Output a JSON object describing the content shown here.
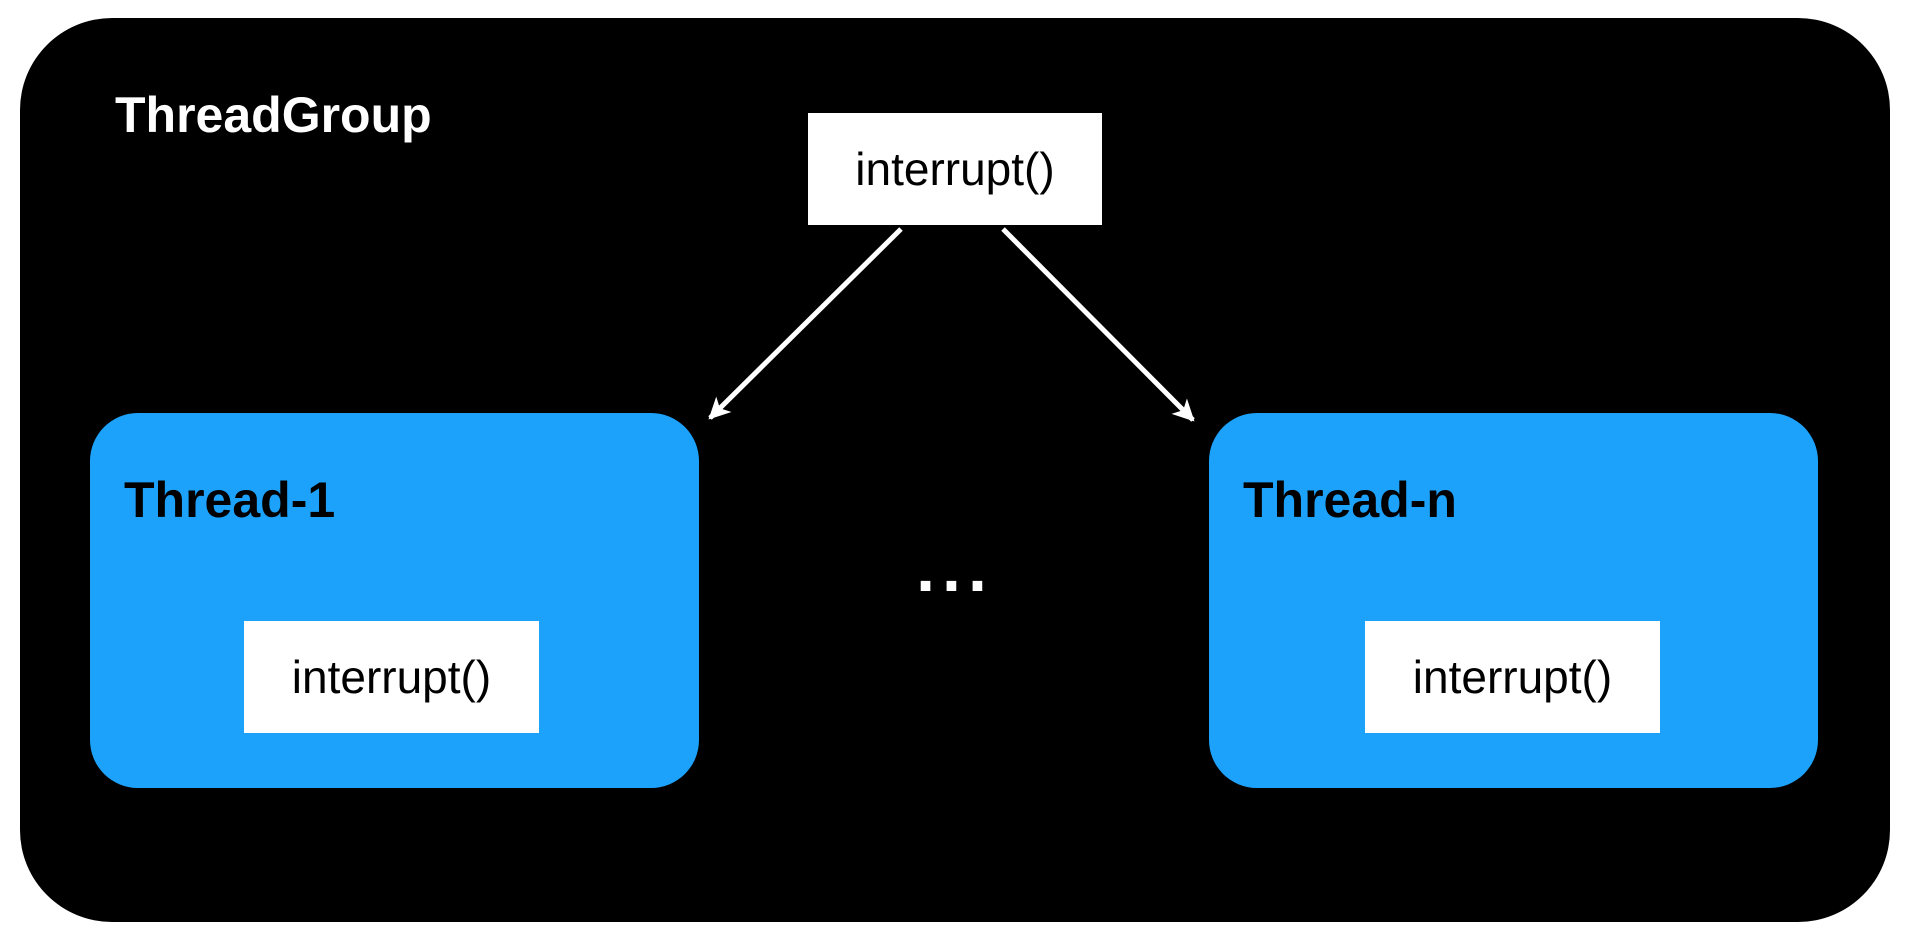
{
  "colors": {
    "page_background": "#ffffff",
    "group_fill": "#000000",
    "group_label_color": "#ffffff",
    "thread_fill": "#1da2fb",
    "thread_label_color": "#000000",
    "method_box_fill": "#ffffff",
    "method_box_text": "#000000",
    "arrow_color": "#ffffff",
    "ellipsis_color": "#ffffff"
  },
  "group": {
    "label": "ThreadGroup",
    "interrupt_label": "interrupt()",
    "ellipsis": "..."
  },
  "threads": [
    {
      "label": "Thread-1",
      "interrupt_label": "interrupt()"
    },
    {
      "label": "Thread-n",
      "interrupt_label": "interrupt()"
    }
  ]
}
